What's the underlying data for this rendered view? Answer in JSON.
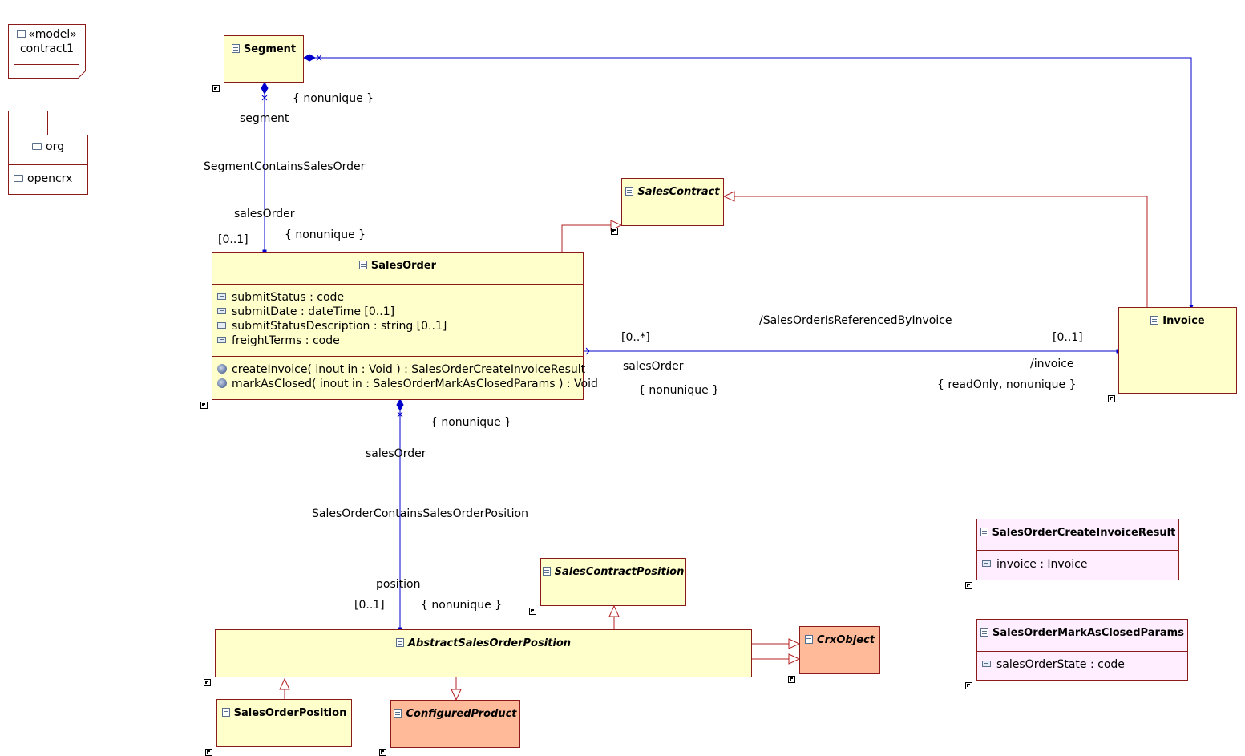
{
  "model": {
    "stereotype": "«model»",
    "name": "contract1"
  },
  "package": {
    "name": "org",
    "child": "opencrx"
  },
  "classes": {
    "segment": {
      "name": "Segment"
    },
    "salesContract": {
      "name": "SalesContract"
    },
    "salesOrder": {
      "name": "SalesOrder",
      "attributes": [
        "submitStatus : code",
        "submitDate : dateTime [0..1]",
        "submitStatusDescription : string [0..1]",
        "freightTerms : code"
      ],
      "operations": [
        "createInvoice( inout in : Void ) : SalesOrderCreateInvoiceResult",
        "markAsClosed( inout in : SalesOrderMarkAsClosedParams ) : Void"
      ]
    },
    "invoice": {
      "name": "Invoice"
    },
    "salesContractPosition": {
      "name": "SalesContractPosition"
    },
    "abstractSalesOrderPosition": {
      "name": "AbstractSalesOrderPosition"
    },
    "crxObject": {
      "name": "CrxObject"
    },
    "salesOrderPosition": {
      "name": "SalesOrderPosition"
    },
    "configuredProduct": {
      "name": "ConfiguredProduct"
    },
    "createInvoiceResult": {
      "name": "SalesOrderCreateInvoiceResult",
      "attributes": [
        "invoice : Invoice"
      ]
    },
    "markAsClosedParams": {
      "name": "SalesOrderMarkAsClosedParams",
      "attributes": [
        "salesOrderState : code"
      ]
    }
  },
  "labels": {
    "seg_nonunique": "{ nonunique }",
    "seg_role": "segment",
    "seg_assoc": "SegmentContainsSalesOrder",
    "so_role": "salesOrder",
    "so_mult": "[0..1]",
    "so_nonunique": "{ nonunique }",
    "inv_assoc": "/SalesOrderIsReferencedByInvoice",
    "inv_mult_left": "[0..*]",
    "inv_mult_right": "[0..1]",
    "inv_role_left": "salesOrder",
    "inv_role_right": "/invoice",
    "inv_nonunique_left": "{ nonunique }",
    "inv_props_right": "{ readOnly, nonunique }",
    "pos_nonunique_top": "{ nonunique }",
    "pos_role_top": "salesOrder",
    "pos_assoc": "SalesOrderContainsSalesOrderPosition",
    "pos_role_bottom": "position",
    "pos_mult": "[0..1]",
    "pos_nonunique_bottom": "{ nonunique }"
  },
  "colors": {
    "edge_assoc": "#0000cc",
    "edge_generalization": "#b22222",
    "class_fill": "#ffffcc",
    "struct_fill": "#ffeeff",
    "external_fill": "#ffbb99",
    "border": "#8b1a1a"
  }
}
